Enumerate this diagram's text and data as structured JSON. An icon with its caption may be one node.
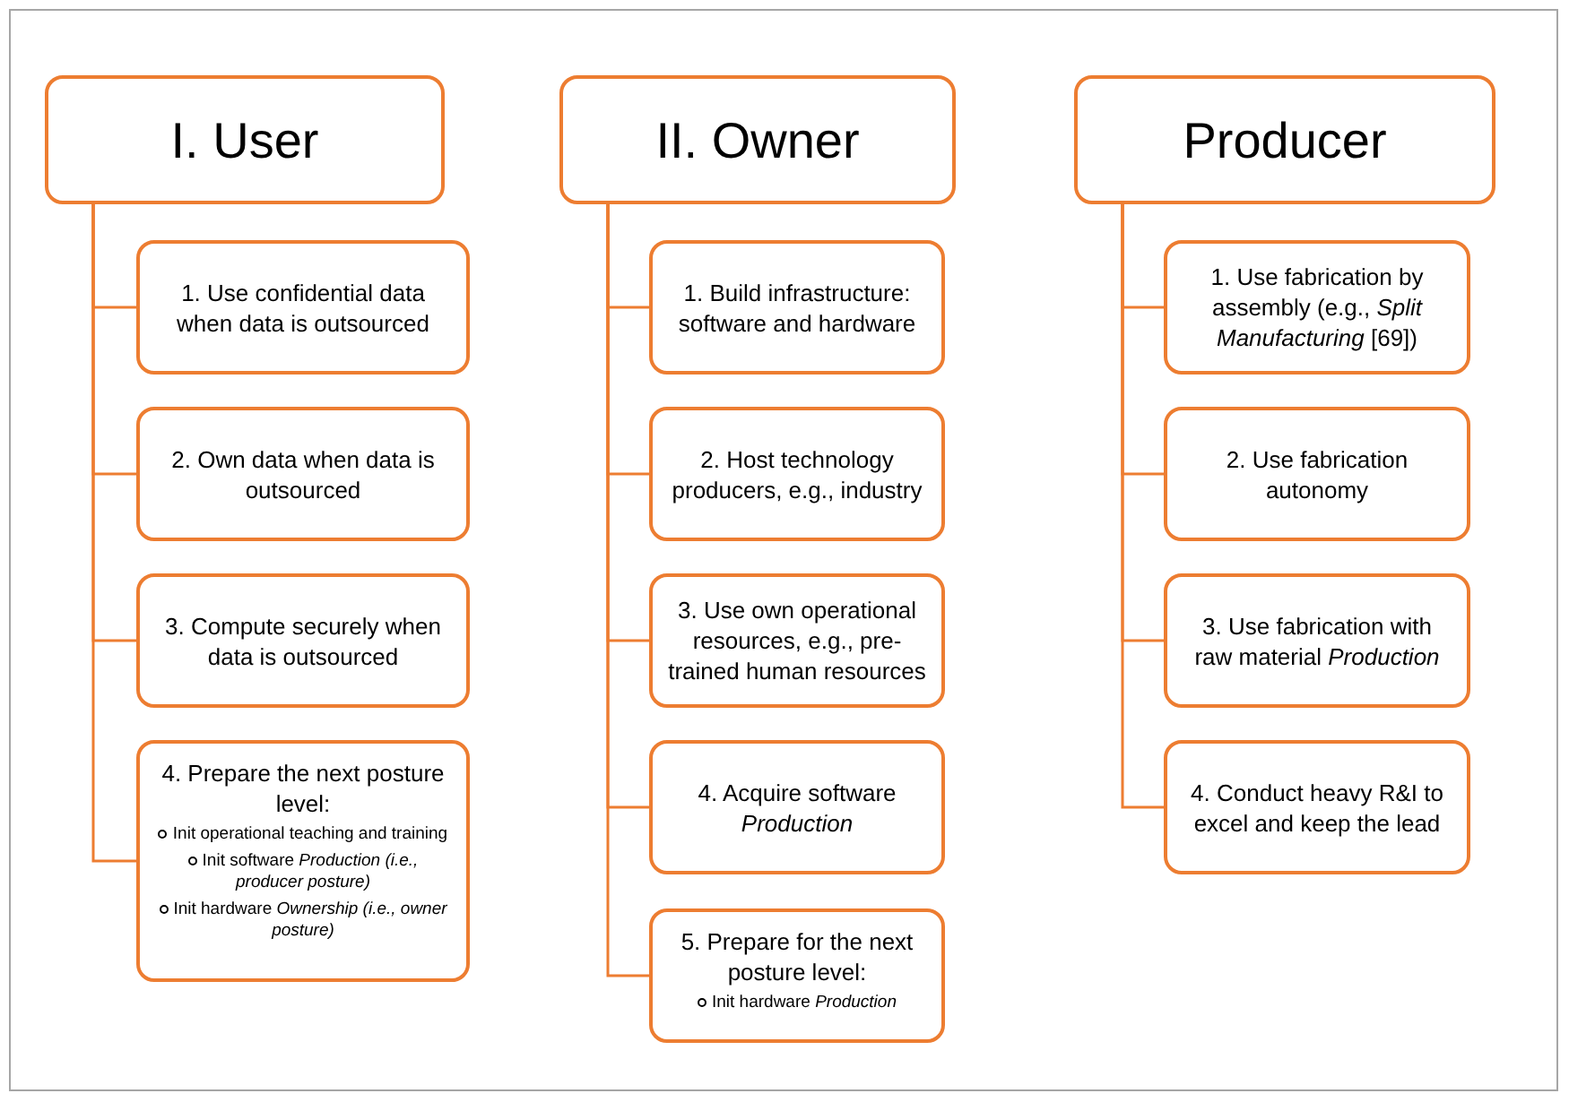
{
  "diagram": {
    "nodes": [
      {
        "text": [
          "I. User"
        ]
      },
      {
        "text": [
          "1. Use confidential data when data is outsourced"
        ]
      },
      {
        "text": [
          "2. Own data when data is outsourced"
        ]
      },
      {
        "text": [
          "3. Compute securely when data is outsourced"
        ]
      },
      {
        "text": [
          "4. Prepare the next posture level:",
          "Init operational teaching and training",
          "Init software *Production (i.e., producer posture)*",
          "Init hardware *Ownership (i.e., owner posture)*"
        ]
      },
      {
        "text": [
          "II. Owner"
        ]
      },
      {
        "text": [
          "1. Build infrastructure: software and hardware"
        ]
      },
      {
        "text": [
          "2. Host technology producers, e.g., industry"
        ]
      },
      {
        "text": [
          "3. Use own operational resources, e.g., pre-trained human resources"
        ]
      },
      {
        "text": [
          "4. Acquire software *Production*"
        ]
      },
      {
        "text": [
          "5. Prepare for the next posture level:",
          "Init hardware *Production*"
        ]
      },
      {
        "text": [
          "Producer"
        ]
      },
      {
        "text": [
          "1. Use fabrication by assembly (e.g., *Split Manufacturing* [69])"
        ]
      },
      {
        "text": [
          "2. Use fabrication autonomy"
        ]
      },
      {
        "text": [
          "3. Use fabrication with raw material *Production*"
        ]
      },
      {
        "text": [
          "4. Conduct heavy R&I to excel and keep the lead"
        ]
      }
    ],
    "edges": [
      {
        "from": 0,
        "to": 1,
        "arrow": "none"
      },
      {
        "from": 0,
        "to": 2,
        "arrow": "none"
      },
      {
        "from": 0,
        "to": 3,
        "arrow": "none"
      },
      {
        "from": 0,
        "to": 4,
        "arrow": "none"
      },
      {
        "from": 5,
        "to": 6,
        "arrow": "none"
      },
      {
        "from": 5,
        "to": 7,
        "arrow": "none"
      },
      {
        "from": 5,
        "to": 8,
        "arrow": "none"
      },
      {
        "from": 5,
        "to": 9,
        "arrow": "none"
      },
      {
        "from": 5,
        "to": 10,
        "arrow": "none"
      },
      {
        "from": 11,
        "to": 12,
        "arrow": "none"
      },
      {
        "from": 11,
        "to": 13,
        "arrow": "none"
      },
      {
        "from": 11,
        "to": 14,
        "arrow": "none"
      },
      {
        "from": 11,
        "to": 15,
        "arrow": "none"
      }
    ]
  }
}
